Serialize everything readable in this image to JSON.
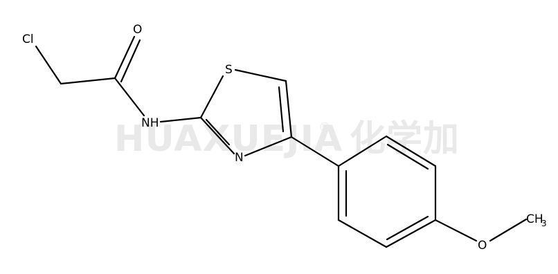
{
  "watermark": {
    "brand": "HUAXUEJIA",
    "registered": "®",
    "chinese": "化学加"
  },
  "atoms": {
    "cl": "Cl",
    "o_carbonyl": "O",
    "nh": "NH",
    "s": "S",
    "n": "N",
    "o_ether": "O",
    "ch3_main": "CH",
    "ch3_sub": "3"
  },
  "colors": {
    "bond": "#000000",
    "atom_text": "#000000",
    "watermark": "#e9e9e9"
  }
}
